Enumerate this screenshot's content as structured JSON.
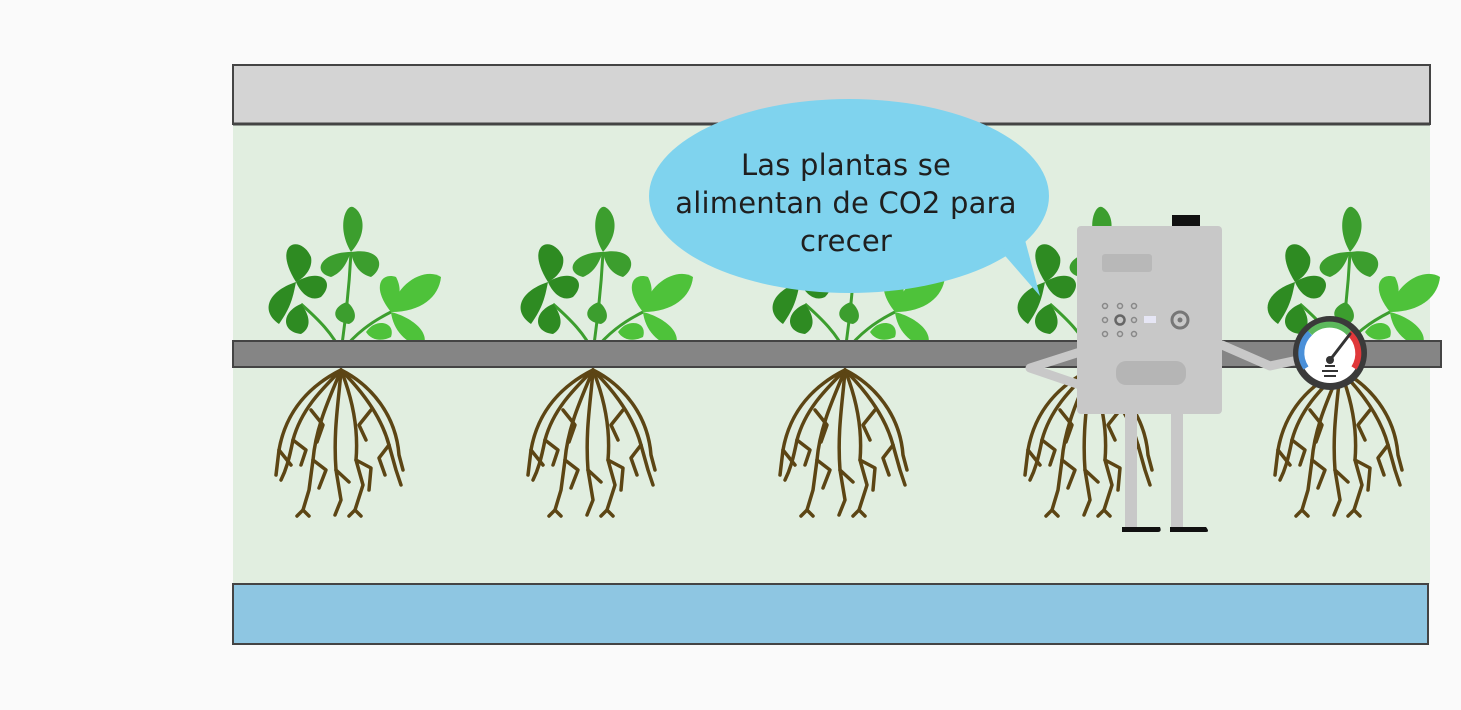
{
  "speech_bubble": {
    "lines": [
      "Las plantas se",
      "alimentan de CO2 para",
      "crecer"
    ]
  },
  "colors": {
    "background": "#fafafa",
    "top_bar": "#d4d4d4",
    "growing_chamber": "#e1eee0",
    "grow_rail": "#858585",
    "water_reservoir": "#8ec6e2",
    "bubble": "#7fd3ee",
    "leaf_dark": "#2e8b22",
    "leaf_mid": "#3c9e2e",
    "leaf_light": "#4ec23a",
    "root": "#5c4514",
    "robot_body": "#c8c8c8",
    "gauge_red": "#e0383a",
    "gauge_green": "#5cb85c",
    "gauge_blue": "#4a90d9"
  },
  "plants": [
    {
      "name": "plant-1"
    },
    {
      "name": "plant-2"
    },
    {
      "name": "plant-3"
    },
    {
      "name": "plant-4"
    },
    {
      "name": "plant-5"
    }
  ],
  "icons": {
    "gauge": "co2-gauge-icon",
    "robot": "co2-machine-robot"
  }
}
